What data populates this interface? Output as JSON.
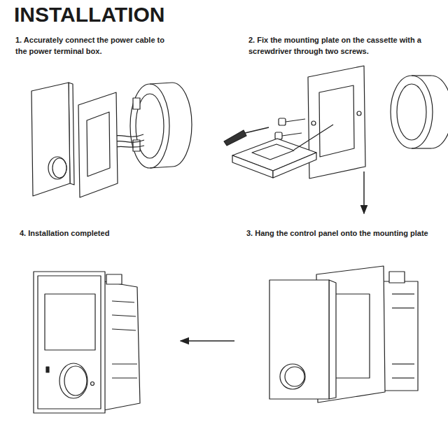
{
  "diagram": {
    "title": "INSTALLATION",
    "labels": [
      "1. Accurately connect the power cable to the power terminal box.",
      "2. Fix the mounting plate on the cassette with a screwdriver through two screws.",
      "4. Installation completed",
      "3. Hang the control panel onto the mounting plate"
    ]
  }
}
